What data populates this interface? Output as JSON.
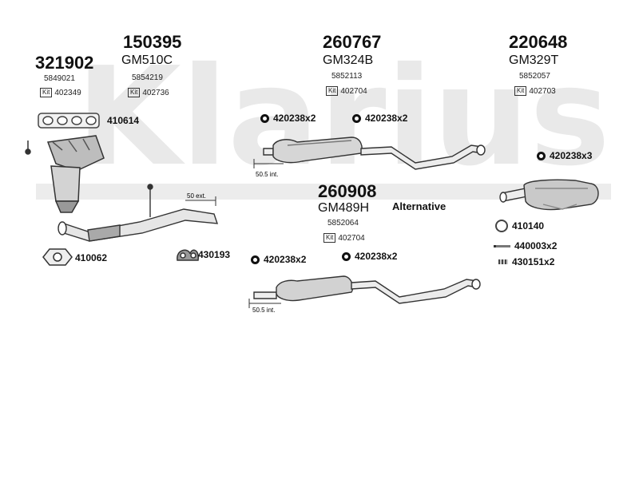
{
  "watermark": "Klarius",
  "alternative_label": "Alternative",
  "measure_labels": {
    "upper_muffler": "50.5 int.",
    "lower_muffler": "50.5 int.",
    "downpipe": "50 ext."
  },
  "groups": [
    {
      "code": "321902",
      "sub": "",
      "ref": "5849021",
      "kit": "402349"
    },
    {
      "code": "150395",
      "sub": "GM510C",
      "ref": "5854219",
      "kit": "402736"
    },
    {
      "code": "260767",
      "sub": "GM324B",
      "ref": "5852113",
      "kit": "402704"
    },
    {
      "code": "220648",
      "sub": "GM329T",
      "ref": "5852057",
      "kit": "402703"
    },
    {
      "code": "260908",
      "sub": "GM489H",
      "ref": "5852064",
      "kit": "402704"
    }
  ],
  "kit_tag": "Kit",
  "parts": {
    "gasket_manifold": "410614",
    "clamp_upper_left": "420238x2",
    "clamp_upper_right": "420238x2",
    "clamp_rear": "420238x3",
    "ring_rear": "410140",
    "bolt_rear": "440003x2",
    "spring_rear": "430151x2",
    "flange_gasket": "410062",
    "rubber_mount": "430193",
    "clamp_lower_left": "420238x2",
    "clamp_lower_right": "420238x2"
  },
  "icons": {
    "clamp": "clamp-icon",
    "ring": "ring-icon",
    "bolt": "bolt-icon",
    "spring": "spring-icon",
    "gasket": "gasket-icon",
    "rubber": "rubber-mount-icon",
    "kit": "kit-icon"
  }
}
